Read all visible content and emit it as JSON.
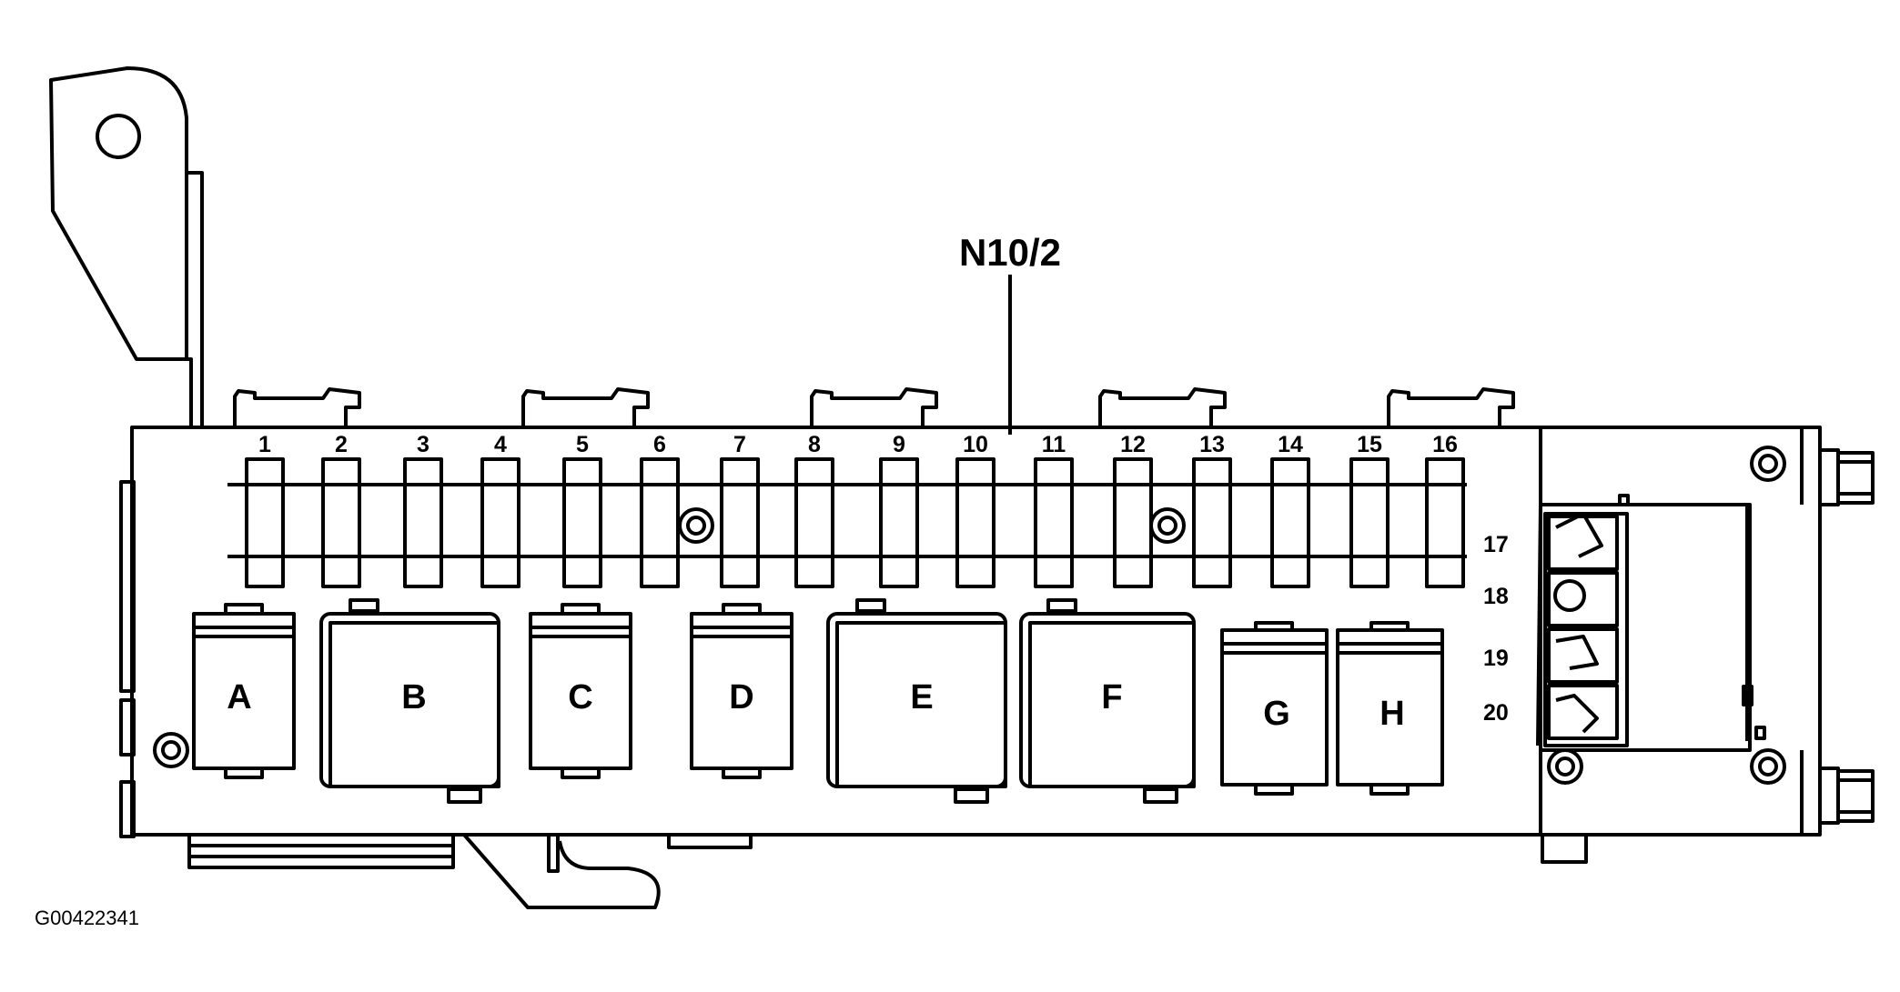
{
  "diagram": {
    "component_label": "N10/2",
    "figure_id": "G00422341",
    "fuse_numbers": [
      "1",
      "2",
      "3",
      "4",
      "5",
      "6",
      "7",
      "8",
      "9",
      "10",
      "11",
      "12",
      "13",
      "14",
      "15",
      "16"
    ],
    "side_fuse_numbers": [
      "17",
      "18",
      "19",
      "20"
    ],
    "relays": [
      "A",
      "B",
      "C",
      "D",
      "E",
      "F",
      "G",
      "H"
    ]
  }
}
